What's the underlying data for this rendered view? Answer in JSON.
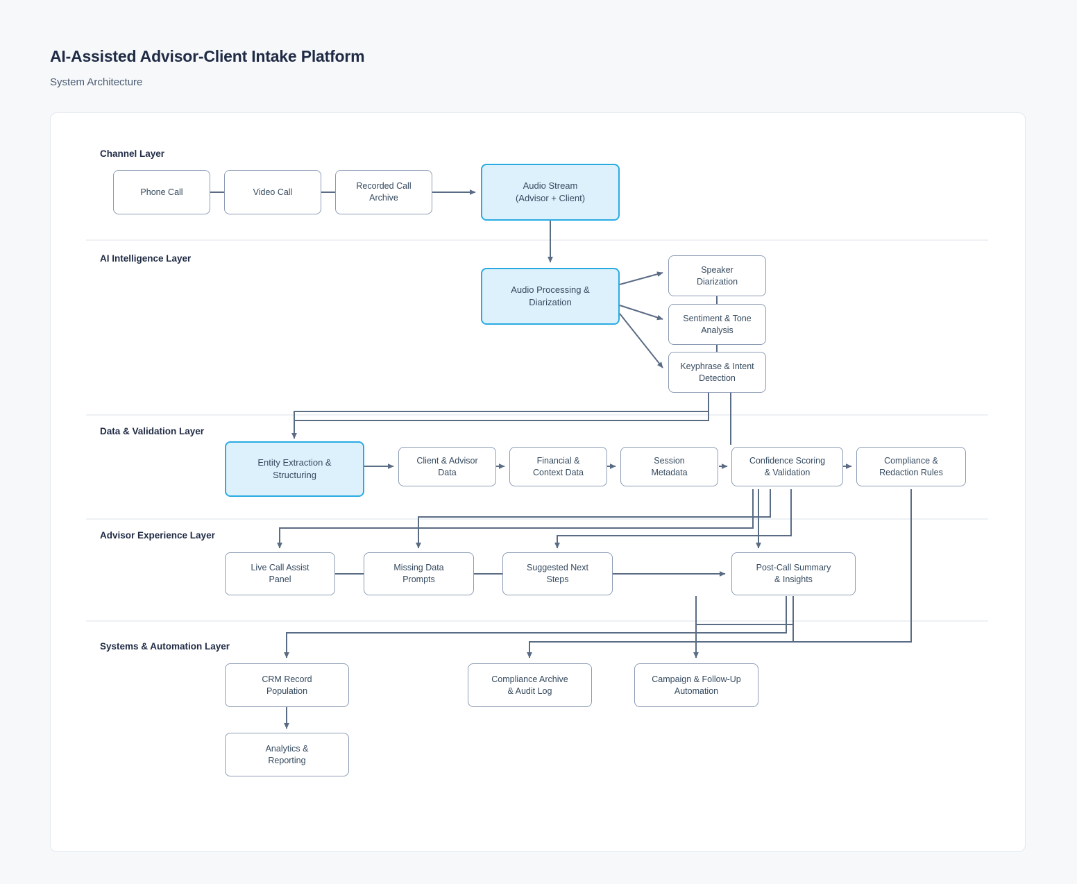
{
  "header": {
    "title": "AI-Assisted Advisor-Client Intake Platform",
    "subtitle": "System Architecture"
  },
  "diagram": {
    "type": "flowchart",
    "orientation": "layered-top-down",
    "accent_color": "#29abe2",
    "accent_fill": "#ddf1fc",
    "node_border_color": "#8b9bb4",
    "edge_color": "#5a6b84",
    "text_color": "#34495e",
    "layers": [
      {
        "id": "channel",
        "label": "Channel Layer",
        "nodes": [
          {
            "id": "phone_call",
            "label": "Phone Call",
            "highlighted": false
          },
          {
            "id": "video_call",
            "label": "Video Call",
            "highlighted": false
          },
          {
            "id": "recorded_call_archive",
            "label": "Recorded Call\nArchive",
            "highlighted": false
          },
          {
            "id": "audio_stream",
            "label": "Audio Stream\n(Advisor + Client)",
            "highlighted": true
          }
        ]
      },
      {
        "id": "ai_intelligence",
        "label": "AI Intelligence Layer",
        "nodes": [
          {
            "id": "audio_processing",
            "label": "Audio Processing &\nDiarization",
            "highlighted": true
          },
          {
            "id": "speaker_diarization",
            "label": "Speaker\nDiarization",
            "highlighted": false
          },
          {
            "id": "sentiment_tone",
            "label": "Sentiment & Tone\nAnalysis",
            "highlighted": false
          },
          {
            "id": "keyphrase_intent",
            "label": "Keyphrase & Intent\nDetection",
            "highlighted": false
          }
        ]
      },
      {
        "id": "data_validation",
        "label": "Data & Validation Layer",
        "nodes": [
          {
            "id": "entity_extraction",
            "label": "Entity Extraction &\nStructuring",
            "highlighted": true
          },
          {
            "id": "client_advisor_data",
            "label": "Client & Advisor\nData",
            "highlighted": false
          },
          {
            "id": "financial_context",
            "label": "Financial &\nContext Data",
            "highlighted": false
          },
          {
            "id": "session_metadata",
            "label": "Session\nMetadata",
            "highlighted": false
          },
          {
            "id": "confidence_scoring",
            "label": "Confidence Scoring\n& Validation",
            "highlighted": false
          },
          {
            "id": "compliance_redaction",
            "label": "Compliance &\nRedaction Rules",
            "highlighted": false
          }
        ]
      },
      {
        "id": "advisor_experience",
        "label": "Advisor Experience Layer",
        "nodes": [
          {
            "id": "live_call_assist",
            "label": "Live Call Assist\nPanel",
            "highlighted": false
          },
          {
            "id": "missing_data_prompts",
            "label": "Missing Data\nPrompts",
            "highlighted": false
          },
          {
            "id": "suggested_next_steps",
            "label": "Suggested Next\nSteps",
            "highlighted": false
          },
          {
            "id": "post_call_summary",
            "label": "Post-Call Summary\n& Insights",
            "highlighted": false
          }
        ]
      },
      {
        "id": "systems_automation",
        "label": "Systems & Automation Layer",
        "nodes": [
          {
            "id": "crm_record",
            "label": "CRM Record\nPopulation",
            "highlighted": false
          },
          {
            "id": "compliance_archive",
            "label": "Compliance Archive\n& Audit Log",
            "highlighted": false
          },
          {
            "id": "campaign_followup",
            "label": "Campaign & Follow-Up\nAutomation",
            "highlighted": false
          },
          {
            "id": "analytics_reporting",
            "label": "Analytics &\nReporting",
            "highlighted": false
          }
        ]
      }
    ],
    "edges": [
      {
        "from": "phone_call",
        "to": "video_call",
        "arrow": false
      },
      {
        "from": "video_call",
        "to": "recorded_call_archive",
        "arrow": false
      },
      {
        "from": "recorded_call_archive",
        "to": "audio_stream",
        "arrow": true
      },
      {
        "from": "audio_stream",
        "to": "audio_processing",
        "arrow": true
      },
      {
        "from": "audio_processing",
        "to": "speaker_diarization",
        "arrow": true
      },
      {
        "from": "audio_processing",
        "to": "sentiment_tone",
        "arrow": true
      },
      {
        "from": "audio_processing",
        "to": "keyphrase_intent",
        "arrow": true
      },
      {
        "from": "speaker_diarization",
        "to": "sentiment_tone",
        "arrow": false
      },
      {
        "from": "sentiment_tone",
        "to": "keyphrase_intent",
        "arrow": false
      },
      {
        "from": "keyphrase_intent",
        "to": "entity_extraction",
        "arrow": true
      },
      {
        "from": "keyphrase_intent",
        "to": "confidence_scoring",
        "arrow": false
      },
      {
        "from": "entity_extraction",
        "to": "client_advisor_data",
        "arrow": true
      },
      {
        "from": "client_advisor_data",
        "to": "financial_context",
        "arrow": true
      },
      {
        "from": "financial_context",
        "to": "session_metadata",
        "arrow": true
      },
      {
        "from": "session_metadata",
        "to": "confidence_scoring",
        "arrow": true
      },
      {
        "from": "confidence_scoring",
        "to": "compliance_redaction",
        "arrow": true
      },
      {
        "from": "confidence_scoring",
        "to": "live_call_assist",
        "arrow": true
      },
      {
        "from": "confidence_scoring",
        "to": "missing_data_prompts",
        "arrow": true
      },
      {
        "from": "confidence_scoring",
        "to": "suggested_next_steps",
        "arrow": true
      },
      {
        "from": "confidence_scoring",
        "to": "post_call_summary",
        "arrow": true
      },
      {
        "from": "live_call_assist",
        "to": "missing_data_prompts",
        "arrow": false
      },
      {
        "from": "missing_data_prompts",
        "to": "suggested_next_steps",
        "arrow": false
      },
      {
        "from": "suggested_next_steps",
        "to": "post_call_summary",
        "arrow": true
      },
      {
        "from": "post_call_summary",
        "to": "crm_record",
        "arrow": true
      },
      {
        "from": "post_call_summary",
        "to": "compliance_archive",
        "arrow": true
      },
      {
        "from": "post_call_summary",
        "to": "campaign_followup",
        "arrow": true
      },
      {
        "from": "compliance_redaction",
        "to": "compliance_archive",
        "arrow": true
      },
      {
        "from": "crm_record",
        "to": "analytics_reporting",
        "arrow": true
      }
    ]
  }
}
